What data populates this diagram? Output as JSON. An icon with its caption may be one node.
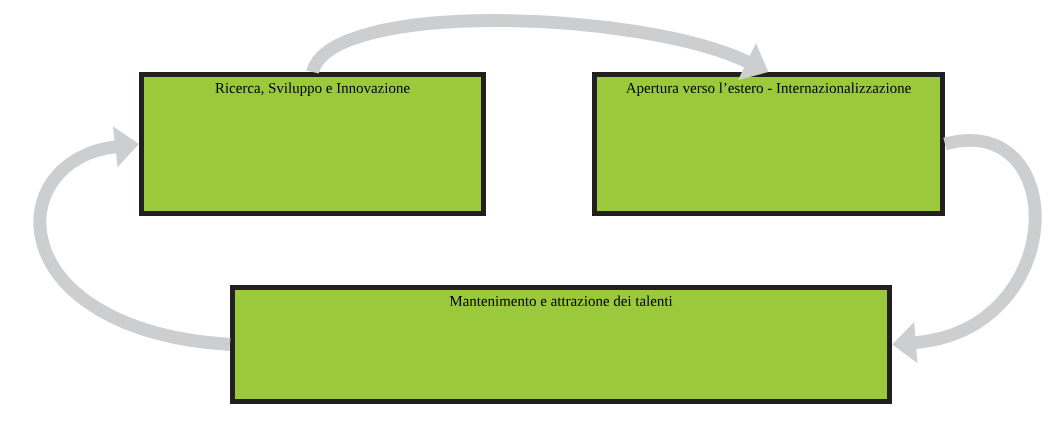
{
  "diagram": {
    "nodes": [
      {
        "text": [
          "Ricerca, Sviluppo e Innovazione"
        ]
      },
      {
        "text": [
          "Apertura verso l’estero - Internazionalizzazione"
        ]
      },
      {
        "text": [
          "Mantenimento e attrazione dei talenti"
        ]
      }
    ],
    "edges": [
      {
        "from": 0,
        "to": 1,
        "arrow": "to"
      },
      {
        "from": 1,
        "to": 2,
        "arrow": "to"
      },
      {
        "from": 2,
        "to": 0,
        "arrow": "to"
      }
    ]
  }
}
